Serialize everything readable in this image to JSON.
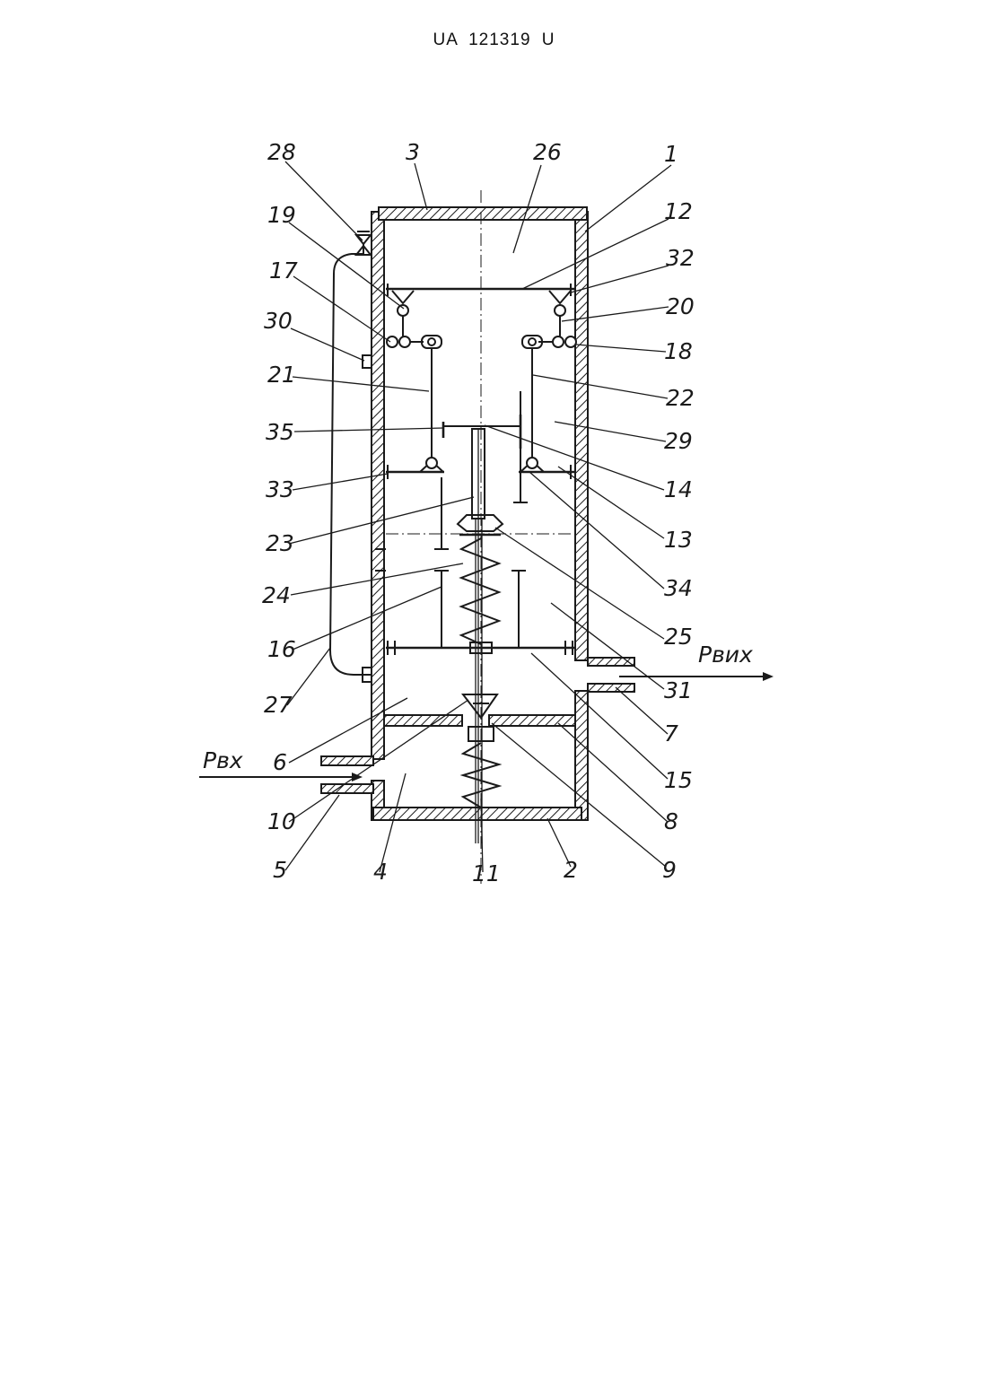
{
  "header": {
    "doc_number": "UA   121319   U"
  },
  "drawing": {
    "labels": [
      "28",
      "3",
      "26",
      "1",
      "19",
      "12",
      "32",
      "17",
      "20",
      "30",
      "18",
      "21",
      "22",
      "35",
      "29",
      "33",
      "14",
      "23",
      "13",
      "24",
      "34",
      "16",
      "25",
      "31",
      "27",
      "7",
      "6",
      "15",
      "10",
      "8",
      "5",
      "4",
      "11",
      "2",
      "9"
    ],
    "flow_in": "Pвх",
    "flow_out": "Pвих"
  }
}
